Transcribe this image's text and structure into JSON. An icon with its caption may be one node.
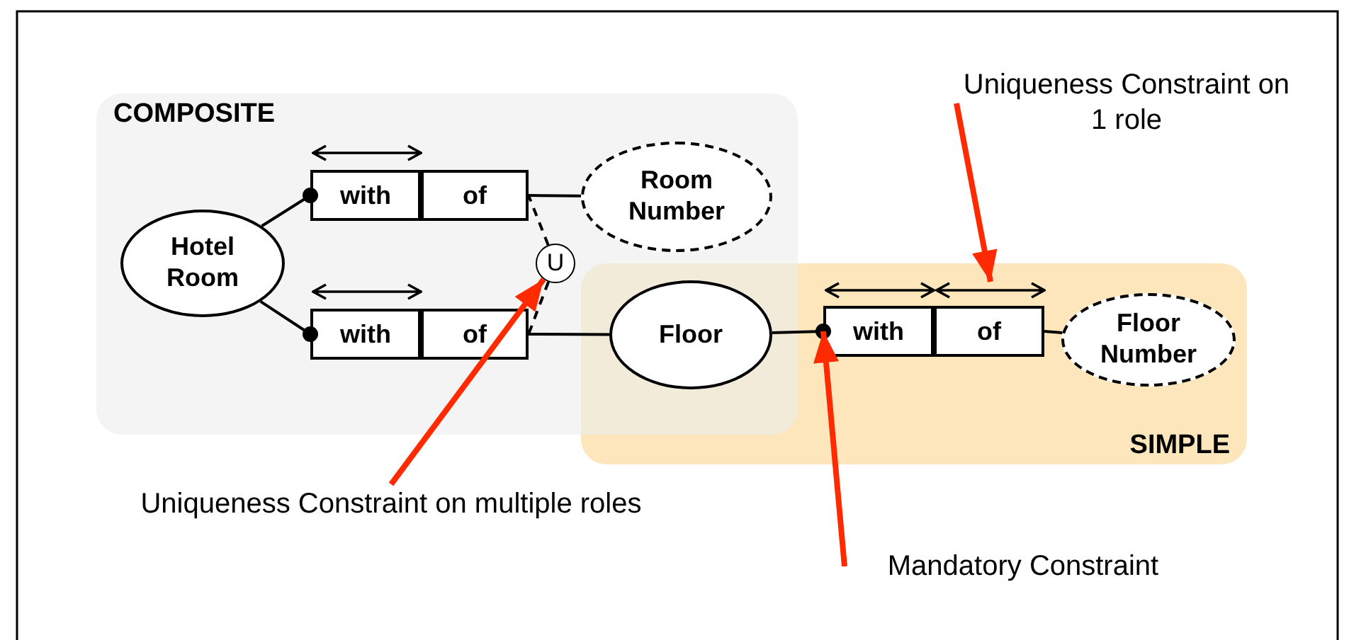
{
  "diagram": {
    "nodes": [
      {
        "text": [
          "COMPOSITE"
        ]
      },
      {
        "text": [
          "SIMPLE"
        ]
      },
      {
        "text": [
          "Hotel Room"
        ],
        "in": 0
      },
      {
        "text": [
          "with"
        ],
        "in": 0
      },
      {
        "text": [
          "of"
        ],
        "in": 0
      },
      {
        "text": [
          "Room Number"
        ],
        "in": 0
      },
      {
        "text": [
          "U"
        ],
        "in": 0
      },
      {
        "text": [
          "with"
        ],
        "in": 0
      },
      {
        "text": [
          "of"
        ],
        "in": 0
      },
      {
        "text": [
          "Floor"
        ]
      },
      {
        "text": [
          "with"
        ],
        "in": 1
      },
      {
        "text": [
          "of"
        ],
        "in": 1
      },
      {
        "text": [
          "Floor Number"
        ],
        "in": 1
      },
      {
        "text": [
          "Uniqueness Constraint on 1 role"
        ]
      },
      {
        "text": [
          "Uniqueness Constraint on multiple roles"
        ]
      },
      {
        "text": [
          "Mandatory Constraint"
        ]
      },
      {
        "text": [],
        "shape": "bar",
        "in": 0
      },
      {
        "text": [],
        "shape": "bar",
        "in": 0
      },
      {
        "text": [],
        "shape": "bar",
        "in": 1
      },
      {
        "text": [],
        "shape": "bar",
        "in": 1
      }
    ],
    "edges": [
      {
        "from": 2,
        "to": 3,
        "arrow": "other"
      },
      {
        "from": 4,
        "to": 5,
        "arrow": "none"
      },
      {
        "from": 6,
        "to": 4,
        "arrow": "none",
        "style": "dashed"
      },
      {
        "from": 6,
        "to": 8,
        "arrow": "none",
        "style": "dashed"
      },
      {
        "from": 2,
        "to": 7,
        "arrow": "other"
      },
      {
        "from": 8,
        "to": 9,
        "arrow": "none"
      },
      {
        "from": 9,
        "to": 10,
        "arrow": "other"
      },
      {
        "from": 11,
        "to": 12,
        "arrow": "none"
      },
      {
        "from": 13,
        "to": 19,
        "arrow": "to",
        "style": "thick",
        "color": "#ff2a00"
      },
      {
        "from": 14,
        "to": 6,
        "arrow": "to",
        "style": "thick",
        "color": "#ff2a00"
      },
      {
        "from": 15,
        "to": 10,
        "arrow": "to",
        "style": "thick",
        "color": "#ff2a00"
      }
    ]
  }
}
